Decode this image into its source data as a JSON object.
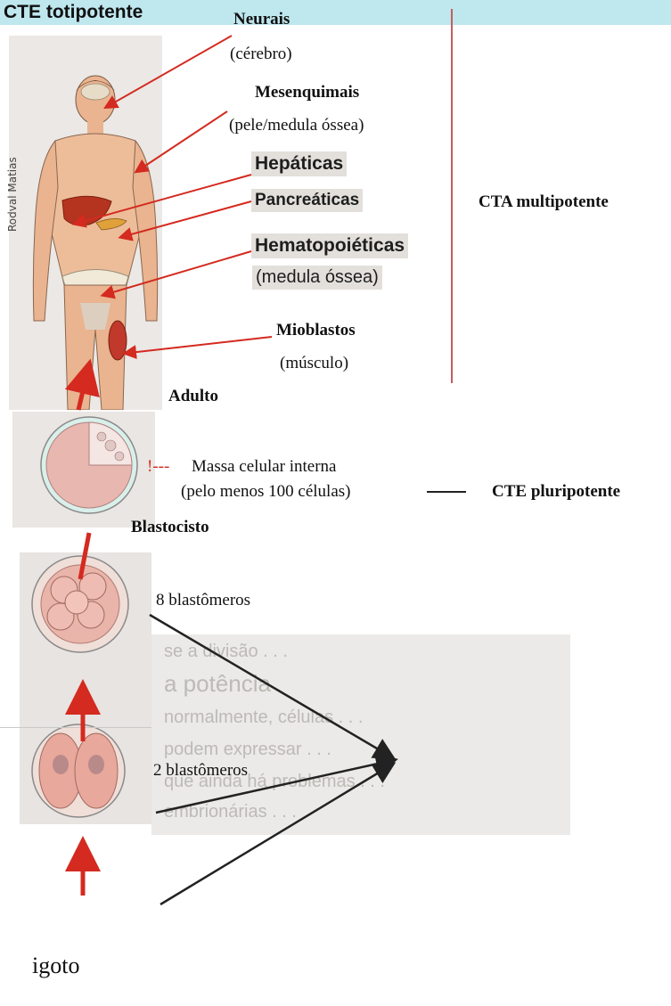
{
  "credit": "Rodval Matias",
  "organs": {
    "neurais": {
      "name": "Neurais",
      "sub": "(cérebro)"
    },
    "mesenquimais": {
      "name": "Mesenquimais",
      "sub": "(pele/medula óssea)"
    },
    "hepaticas": {
      "name": "Hepáticas"
    },
    "pancreaticas": {
      "name": "Pancreáticas"
    },
    "hematopoieticas": {
      "name": "Hematopoiéticas",
      "sub": "(medula óssea)"
    },
    "mioblastos": {
      "name": "Mioblastos",
      "sub": "(músculo)"
    }
  },
  "stages": {
    "adulto": "Adulto",
    "blastocisto": "Blastocisto",
    "massa": "Massa celular interna",
    "massa_sub": "(pelo menos 100 células)",
    "oito": "8 blastômeros",
    "dois": "2 blastômeros",
    "zigoto": "igoto"
  },
  "categories": {
    "cta": "CTA multipotente",
    "cte_pluri": "CTE pluripotente",
    "cte_toti": "CTE totipotente"
  },
  "marker": "!---",
  "colors": {
    "arrow_red": "#d42a1f",
    "vertical_line": "#c06060",
    "toti_highlight": "#bfe7ee"
  }
}
